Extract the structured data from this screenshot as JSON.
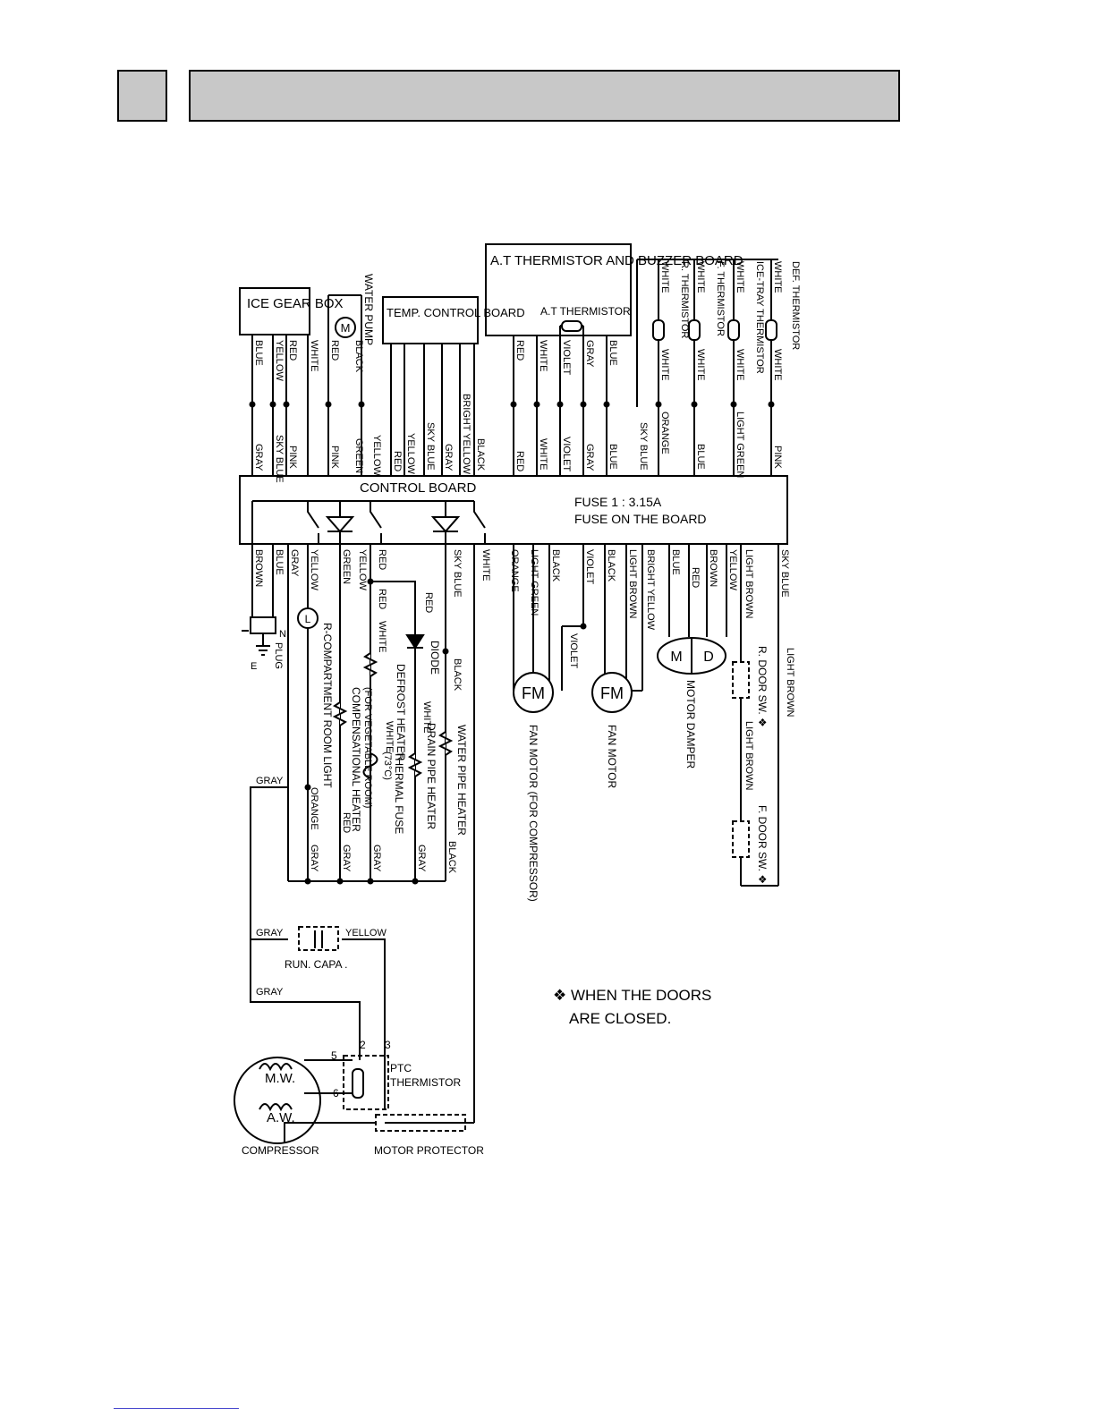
{
  "diagram": {
    "blocks": {
      "ice_gear_box": "ICE GEAR BOX",
      "water_pump": "WATER PUMP",
      "temp_control_board": "TEMP. CONTROL BOARD",
      "at_board": "A.T THERMISTOR AND BUZZER BOARD",
      "at_thermistor": "A.T THERMISTOR",
      "control_board": "CONTROL BOARD",
      "fuse_rating": "FUSE 1 : 3.15A",
      "fuse_location": "FUSE ON THE BOARD"
    },
    "thermistors": [
      {
        "top": "WHITE",
        "name": "R. THERMISTOR",
        "bottom": "WHITE",
        "board": "ORANGE"
      },
      {
        "top": "WHITE",
        "name": "F. THERMISTOR",
        "bottom": "WHITE",
        "board": "BLUE"
      },
      {
        "top": "WHITE",
        "name": "ICE-TRAY THERMISTOR",
        "bottom": "WHITE",
        "board": "LIGHT GREEN"
      },
      {
        "top": "WHITE",
        "name": "DEF. THERMISTOR",
        "bottom": "WHITE",
        "board": "PINK"
      }
    ],
    "upper_wires": {
      "ice_gear": [
        "BLUE",
        "YELLOW",
        "RED",
        "WHITE"
      ],
      "pump": [
        "RED",
        "BLACK"
      ],
      "at_board": [
        "RED",
        "WHITE",
        "VIOLET",
        "GRAY",
        "BLUE"
      ],
      "board_top": [
        "GRAY",
        "SKY BLUE",
        "PINK",
        "PINK",
        "GREEN",
        "YELLOW",
        "RED",
        "YELLOW",
        "SKY BLUE",
        "GRAY",
        "BRIGHT YELLOW",
        "BLACK",
        "RED",
        "WHITE",
        "VIOLET",
        "GRAY",
        "BLUE",
        "SKY BLUE"
      ]
    },
    "lower_wires": [
      "BROWN",
      "BLUE",
      "GRAY",
      "YELLOW",
      "GREEN",
      "YELLOW",
      "RED",
      "SKY BLUE",
      "WHITE",
      "ORANGE",
      "LIGHT GREEN",
      "BLACK",
      "VIOLET",
      "BLACK",
      "LIGHT BROWN",
      "BRIGHT YELLOW",
      "BLUE",
      "RED",
      "BROWN",
      "YELLOW",
      "LIGHT BROWN",
      "SKY BLUE"
    ],
    "loads": {
      "plug_n": "N",
      "plug": "PLUG",
      "plug_e": "E",
      "room_light": "R-COMPARTMENT ROOM LIGHT",
      "lamp_symbol": "L",
      "comp_heater": "COMPENSATIONAL HEATER",
      "comp_heater_note": "(FOR VEGETABLE ROOM)",
      "defrost_heater": "DEFROST HEATER",
      "thermal_fuse": "THERMAL FUSE",
      "thermal_fuse_temp": "(73°C)",
      "diode": "DIODE",
      "drain_heater": "DRAIN PIPE HEATER",
      "water_pipe_heater": "WATER PIPE HEATER",
      "fan_motor_comp": "FAN MOTOR (FOR COMPRESSOR)",
      "fan_motor": "FAN MOTOR",
      "fm_symbol": "FM",
      "motor_damper": "MOTOR DAMPER",
      "damper_m": "M",
      "damper_d": "D",
      "r_door": "R. DOOR SW. ❖",
      "f_door": "F. DOOR SW. ❖",
      "pump_m": "M"
    },
    "load_wires": {
      "red_1": "RED",
      "white_1": "WHITE",
      "red_2": "RED",
      "white_2": "WHITE",
      "white_3": "WHITE",
      "black_1": "BLACK",
      "violet": "VIOLET",
      "light_brown_1": "LIGHT BROWN",
      "light_brown_2": "LIGHT BROWN",
      "orange": "ORANGE",
      "red_3": "RED",
      "gray_1": "GRAY",
      "gray_2": "GRAY",
      "gray_3": "GRAY",
      "gray_4": "GRAY",
      "black_2": "BLACK",
      "gray_left": "GRAY",
      "gray_capa": "GRAY",
      "yellow_capa": "YELLOW",
      "gray_comp": "GRAY"
    },
    "compressor": {
      "run_capa": "RUN. CAPA .",
      "mw": "M.W.",
      "aw": "A.W.",
      "label": "COMPRESSOR",
      "ptc": "PTC THERMISTOR",
      "ptc_line1": "PTC",
      "ptc_line2": "THERMISTOR",
      "motor_protector": "MOTOR PROTECTOR",
      "terminals": [
        "5",
        "2",
        "3",
        "6"
      ]
    },
    "note_line1": "❖ WHEN THE DOORS",
    "note_line2": "ARE CLOSED."
  }
}
